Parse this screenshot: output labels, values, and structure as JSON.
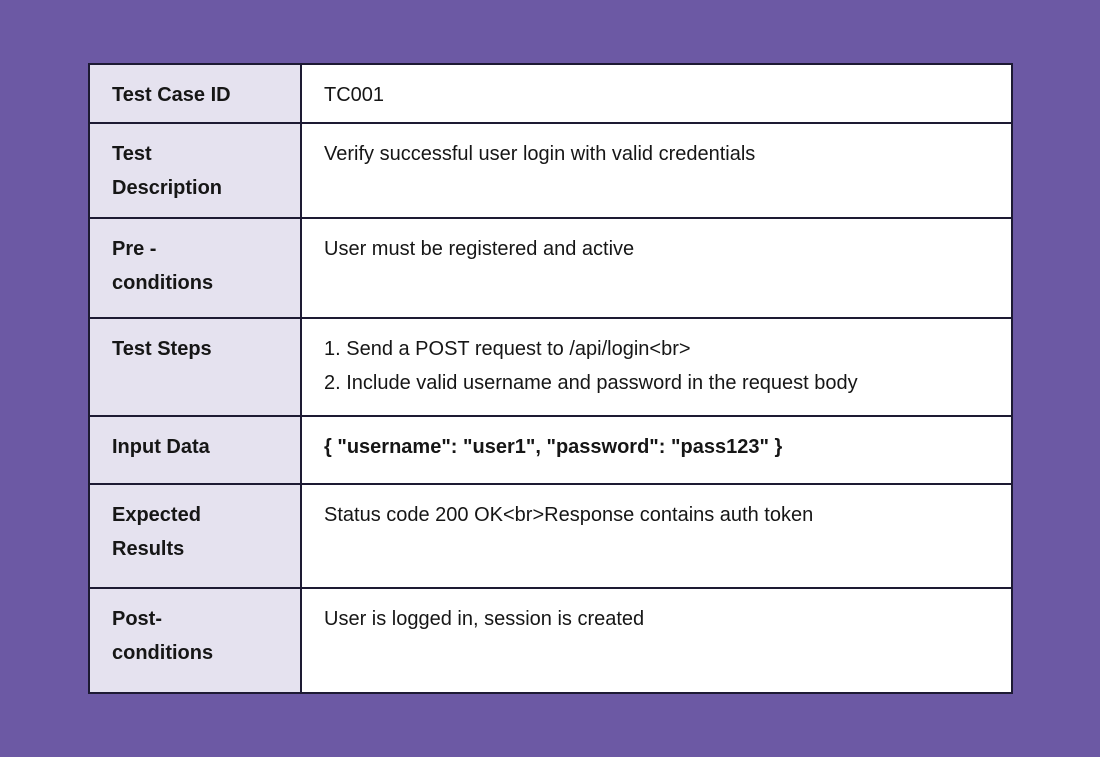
{
  "page": {
    "background_color": "#6c59a4",
    "label_column_bg": "#e5e2ef",
    "value_column_bg": "#ffffff",
    "border_color": "#1d1a33",
    "text_color": "#161616"
  },
  "table": {
    "rows": [
      {
        "label": "Test Case ID",
        "value": "TC001"
      },
      {
        "label": "Test\nDescription",
        "value": "Verify successful user login with valid credentials"
      },
      {
        "label": "Pre -\nconditions",
        "value": "User must be registered and active"
      },
      {
        "label": "Test Steps",
        "value": "1. Send a POST request to /api/login<br>\n2. Include valid username and password in the request body"
      },
      {
        "label": "Input Data",
        "value": "{ \"username\": \"user1\", \"password\": \"pass123\" }"
      },
      {
        "label": "Expected\nResults",
        "value": "Status code 200 OK<br>Response contains auth token"
      },
      {
        "label": "Post-\nconditions",
        "value": "User is logged in, session is created"
      }
    ]
  }
}
